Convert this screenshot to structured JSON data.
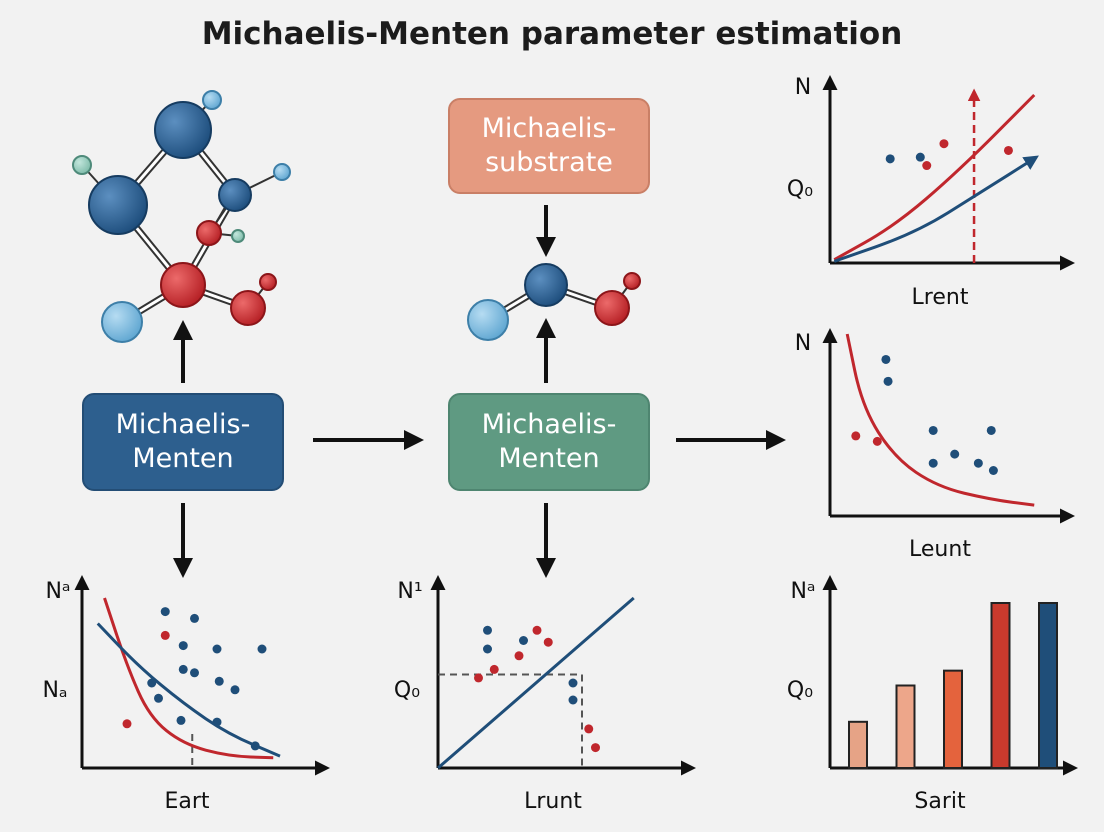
{
  "title": "Michaelis-Menten parameter estimation",
  "boxes": {
    "left": "Michaelis-\nMenten",
    "center": "Michaelis-\nMenten",
    "top": "Michaelis-\nsubstrate"
  },
  "colors": {
    "blue": "#1f4e79",
    "red": "#c0272d",
    "light_blue": "#6aaed6",
    "teal": "#7fbfb0",
    "box_blue": "#2d5f8e",
    "box_green": "#5f9a82",
    "box_salmon": "#e59a80"
  },
  "chart_data": [
    {
      "id": "top-right",
      "type": "scatter",
      "y_label_top": "N",
      "y_label_mid": "Q₀",
      "xlabel": "Lrent",
      "points_blue": [
        [
          0.28,
          0.62
        ],
        [
          0.42,
          0.63
        ]
      ],
      "points_red": [
        [
          0.45,
          0.58
        ],
        [
          0.53,
          0.71
        ],
        [
          0.83,
          0.67
        ]
      ],
      "series": [
        {
          "color": "red",
          "points": [
            [
              0.02,
              0.02
            ],
            [
              0.3,
              0.22
            ],
            [
              0.6,
              0.55
            ],
            [
              0.95,
              1.0
            ]
          ]
        },
        {
          "color": "blue",
          "points": [
            [
              0.02,
              0.01
            ],
            [
              0.4,
              0.18
            ],
            [
              0.7,
              0.42
            ],
            [
              0.96,
              0.63
            ]
          ]
        }
      ],
      "vline_x": 0.67
    },
    {
      "id": "mid-right",
      "type": "scatter",
      "y_label_top": "N",
      "xlabel": "Leunt",
      "points_blue": [
        [
          0.26,
          0.86
        ],
        [
          0.27,
          0.74
        ],
        [
          0.48,
          0.47
        ],
        [
          0.48,
          0.29
        ],
        [
          0.58,
          0.34
        ],
        [
          0.69,
          0.29
        ],
        [
          0.75,
          0.47
        ],
        [
          0.76,
          0.25
        ]
      ],
      "points_red": [
        [
          0.12,
          0.44
        ],
        [
          0.22,
          0.41
        ]
      ],
      "series": [
        {
          "color": "red",
          "points": [
            [
              0.08,
              1.0
            ],
            [
              0.15,
              0.6
            ],
            [
              0.3,
              0.32
            ],
            [
              0.5,
              0.16
            ],
            [
              0.75,
              0.09
            ],
            [
              0.95,
              0.06
            ]
          ]
        }
      ]
    },
    {
      "id": "bottom-left",
      "type": "scatter",
      "y_label_top": "Nᵃ",
      "y_label_mid": "Nₐ",
      "xlabel": "Eart",
      "points_blue": [
        [
          0.37,
          0.92
        ],
        [
          0.5,
          0.88
        ],
        [
          0.45,
          0.72
        ],
        [
          0.6,
          0.7
        ],
        [
          0.8,
          0.7
        ],
        [
          0.45,
          0.58
        ],
        [
          0.5,
          0.56
        ],
        [
          0.31,
          0.5
        ],
        [
          0.61,
          0.51
        ],
        [
          0.68,
          0.46
        ],
        [
          0.34,
          0.41
        ],
        [
          0.44,
          0.28
        ],
        [
          0.6,
          0.27
        ],
        [
          0.77,
          0.13
        ]
      ],
      "points_red": [
        [
          0.37,
          0.78
        ],
        [
          0.2,
          0.26
        ]
      ],
      "series": [
        {
          "color": "red",
          "points": [
            [
              0.1,
              1.0
            ],
            [
              0.2,
              0.6
            ],
            [
              0.3,
              0.3
            ],
            [
              0.45,
              0.14
            ],
            [
              0.65,
              0.07
            ],
            [
              0.85,
              0.06
            ]
          ]
        },
        {
          "color": "blue",
          "points": [
            [
              0.07,
              0.85
            ],
            [
              0.25,
              0.6
            ],
            [
              0.45,
              0.38
            ],
            [
              0.65,
              0.2
            ],
            [
              0.88,
              0.07
            ]
          ]
        }
      ],
      "vline_x": 0.49
    },
    {
      "id": "bottom-center",
      "type": "scatter",
      "y_label_top": "N¹",
      "y_label_mid": "Q₀",
      "xlabel": "Lrunt",
      "points_blue": [
        [
          0.22,
          0.81
        ],
        [
          0.22,
          0.7
        ],
        [
          0.38,
          0.75
        ],
        [
          0.6,
          0.5
        ],
        [
          0.6,
          0.4
        ]
      ],
      "points_red": [
        [
          0.44,
          0.81
        ],
        [
          0.49,
          0.74
        ],
        [
          0.36,
          0.66
        ],
        [
          0.25,
          0.58
        ],
        [
          0.18,
          0.53
        ],
        [
          0.67,
          0.23
        ],
        [
          0.7,
          0.12
        ]
      ],
      "series": [
        {
          "color": "blue",
          "points": [
            [
              0.0,
              0.0
            ],
            [
              0.87,
              1.0
            ]
          ]
        }
      ],
      "hline_y": 0.55,
      "vline_x": 0.64
    },
    {
      "id": "bottom-right",
      "type": "bar",
      "y_label_top": "Nᵃ",
      "y_label_mid": "Q₀",
      "xlabel": "Sarit",
      "values": [
        0.28,
        0.5,
        0.59,
        1.0,
        1.0
      ],
      "colors": [
        "#e6a386",
        "#eda68a",
        "#e4633d",
        "#c93a2d",
        "#1f4e79"
      ]
    }
  ]
}
